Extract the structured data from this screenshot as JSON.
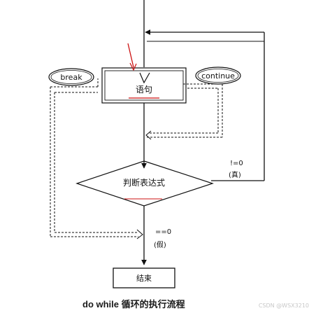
{
  "diagram": {
    "title": "do while 循环的执行流程",
    "watermark": "CSDN @WSX3210",
    "nodes": {
      "statement": "语句",
      "condition": "判断表达式",
      "end": "结束",
      "break": "break",
      "continue": "continue"
    },
    "edge_labels": {
      "true_value": "!=0",
      "true_word": "(真)",
      "false_value": "==0",
      "false_word": "(假)"
    }
  },
  "colors": {
    "line": "#111111",
    "annotation": "#cc1111",
    "background": "#ffffff"
  }
}
